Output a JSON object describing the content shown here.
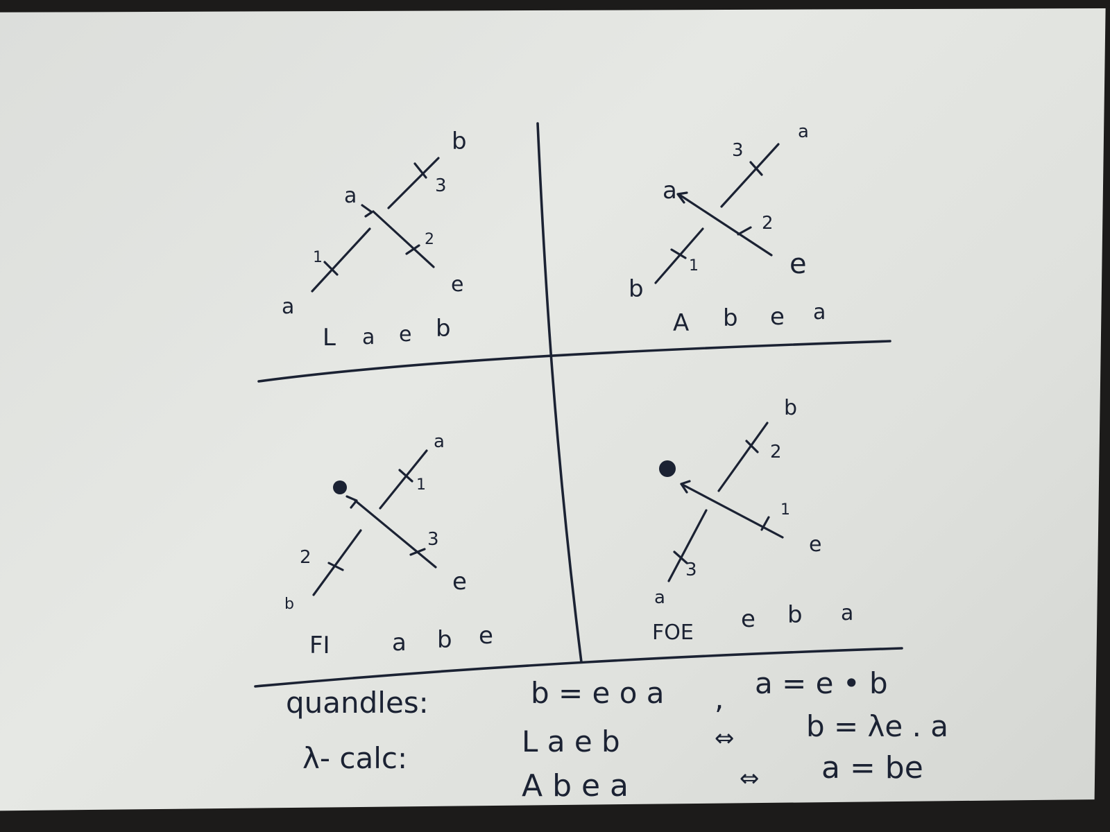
{
  "colors": {
    "ink": "#1b2233",
    "paper": "#e2e4e0",
    "background": "#1c1b1a"
  },
  "panel_tl": {
    "label_top_end": "b",
    "label_left_end": "a",
    "label_corner": "a",
    "label_right_end": "e",
    "tick_1": "1",
    "tick_2": "2",
    "tick_3": "3",
    "caption": [
      "L",
      "a",
      "e",
      "b"
    ]
  },
  "panel_tr": {
    "label_top_end": "a",
    "label_left_end": "b",
    "label_corner": "a",
    "label_right_end": "e",
    "tick_1": "1",
    "tick_2": "2",
    "tick_3": "3",
    "caption": [
      "A",
      "b",
      "e",
      "a"
    ]
  },
  "panel_bl": {
    "label_top_end": "a",
    "label_left_end": "b",
    "label_right_end": "e",
    "tick_1": "1",
    "tick_2": "2",
    "tick_3": "3",
    "caption": [
      "FI",
      "a",
      "b",
      "e"
    ]
  },
  "panel_br": {
    "label_top_end": "b",
    "label_left_end": "a",
    "label_right_end": "e",
    "tick_1": "1",
    "tick_2": "2",
    "tick_3": "3",
    "caption": [
      "FOE",
      "e",
      "b",
      "a"
    ]
  },
  "footer": {
    "row1_label": "quandles:",
    "row1_eq1": "b = e o a",
    "row1_sep": ",",
    "row1_eq2": "a = e • b",
    "row2_label": "λ- calc:",
    "row2_lhs": "L a e b",
    "row2_arrow": "⇔",
    "row2_rhs": "b = λe . a",
    "row3_lhs": "A b e a",
    "row3_arrow": "⇔",
    "row3_rhs": "a = be"
  }
}
